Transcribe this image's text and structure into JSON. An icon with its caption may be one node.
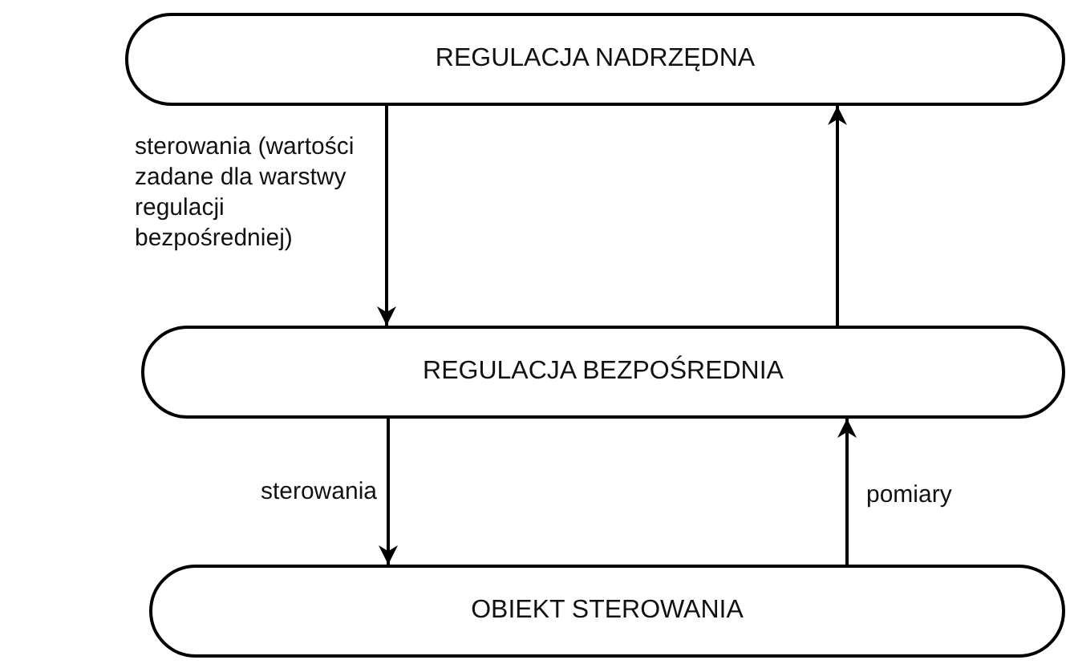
{
  "diagram": {
    "nodes": [
      {
        "text": [
          "REGULACJA NADRZĘDNA"
        ]
      },
      {
        "text": [
          "REGULACJA BEZPOŚREDNIA"
        ]
      },
      {
        "text": [
          "OBIEKT STEROWANIA"
        ]
      }
    ],
    "edges": [
      {
        "from": 0,
        "to": 1,
        "arrow": "to",
        "label": "sterowania (wartości zadane dla warstwy regulacji bezpośredniej)"
      },
      {
        "from": 1,
        "to": 0,
        "arrow": "to"
      },
      {
        "from": 1,
        "to": 2,
        "arrow": "to",
        "label": "sterowania"
      },
      {
        "from": 2,
        "to": 1,
        "arrow": "to",
        "label": "pomiary"
      }
    ]
  }
}
